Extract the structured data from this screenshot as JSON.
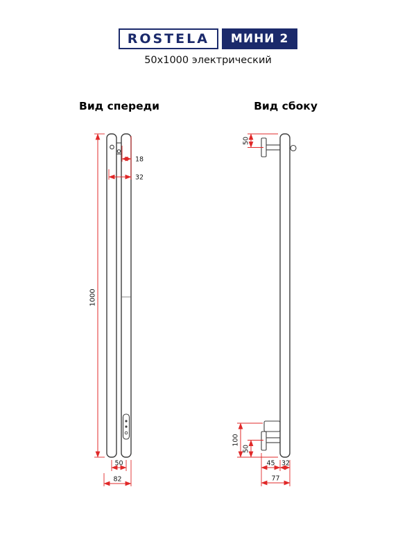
{
  "header": {
    "brand": "ROSTELA",
    "model": "МИНИ 2",
    "subtitle": "50x1000 электрический"
  },
  "views": {
    "front": {
      "title": "Вид спереди"
    },
    "side": {
      "title": "Вид сбоку"
    }
  },
  "dimensions": {
    "front": {
      "overall_height": "1000",
      "bracket_width": "18",
      "tube_spacing": "32",
      "mount_spacing": "50",
      "overall_width": "82"
    },
    "side": {
      "top_bracket_offset": "50",
      "bottom_unit_height": "100",
      "bottom_bracket_offset": "50",
      "bracket_depth": "45",
      "tube_diameter": "32",
      "overall_depth": "77"
    }
  },
  "colors": {
    "dimension_red": "#e02828",
    "brand_navy": "#1b2a6b",
    "line_gray": "#3d3d3d"
  }
}
